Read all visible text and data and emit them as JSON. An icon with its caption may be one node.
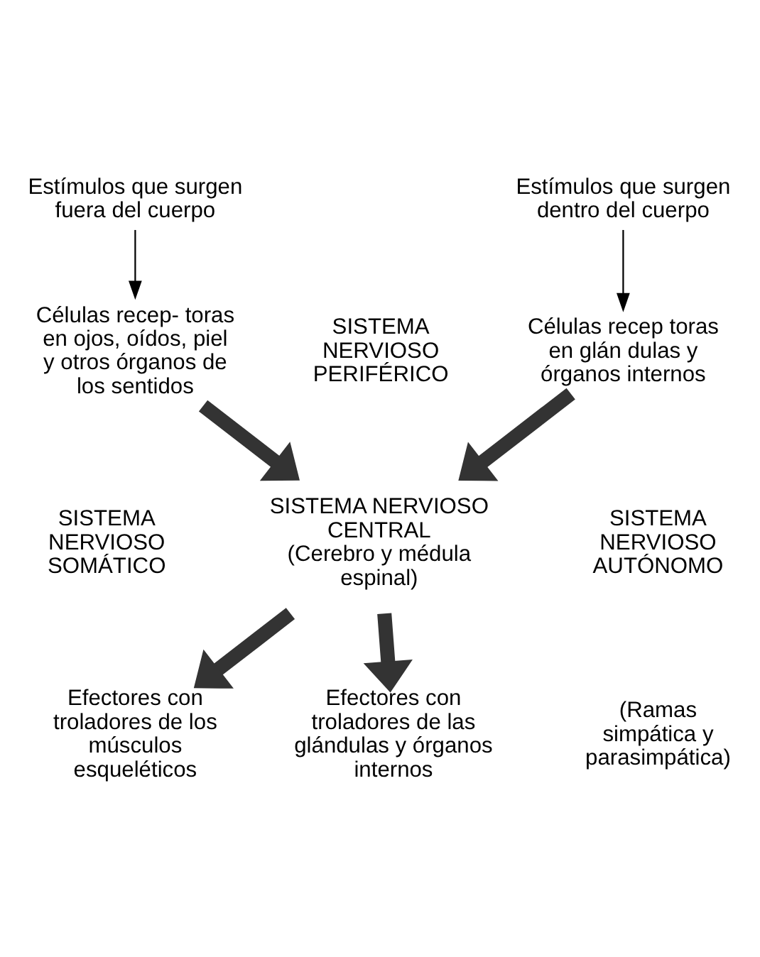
{
  "diagram": {
    "nodes": [
      {
        "text": [
          "Estímulos que surgen fuera del cuerpo"
        ]
      },
      {
        "text": [
          "Estímulos que surgen dentro del cuerpo"
        ]
      },
      {
        "text": [
          "Células recep- toras en ojos, oídos, piel y otros órganos de los sentidos"
        ]
      },
      {
        "text": [
          "Células recep toras en glán dulas y órganos internos"
        ]
      },
      {
        "text": [
          "SISTEMA NERVIOSO CENTRAL",
          "(Cerebro y médula espinal)"
        ]
      },
      {
        "text": [
          "Efectores con troladores de los músculos esqueléticos"
        ]
      },
      {
        "text": [
          "Efectores con troladores de las glándulas y órganos internos"
        ]
      }
    ],
    "edges": [
      {
        "from": 0,
        "to": 2,
        "arrow": "to"
      },
      {
        "from": 1,
        "to": 3,
        "arrow": "to"
      },
      {
        "from": 2,
        "to": 4,
        "arrow": "to"
      },
      {
        "from": 3,
        "to": 4,
        "arrow": "to"
      },
      {
        "from": 4,
        "to": 5,
        "arrow": "to"
      },
      {
        "from": 4,
        "to": 6,
        "arrow": "to"
      }
    ],
    "labels": [
      "SISTEMA NERVIOSO PERIFÉRICO",
      "SISTEMA NERVIOSO SOMÁTICO",
      "SISTEMA NERVIOSO AUTÓNOMO",
      "(Ramas simpática y parasimpática)"
    ]
  }
}
